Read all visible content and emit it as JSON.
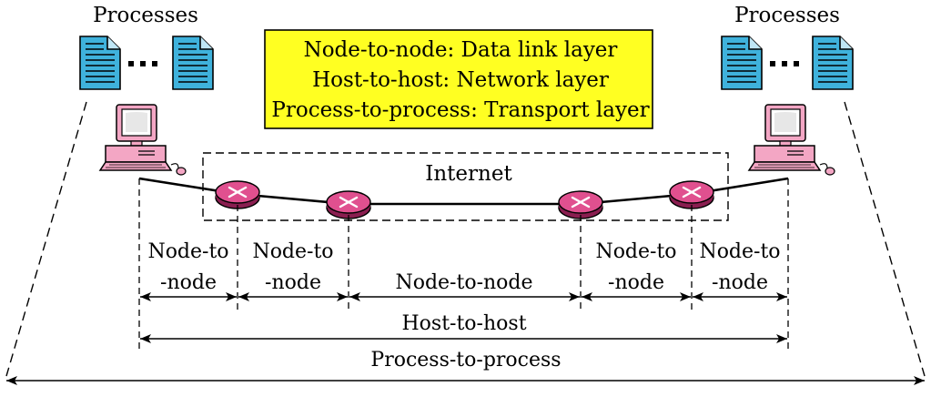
{
  "top_labels": {
    "left": "Processes",
    "right": "Processes"
  },
  "legend": {
    "lines": [
      "Node-to-node: Data link layer",
      "Host-to-host: Network layer",
      "Process-to-process: Transport layer"
    ],
    "fill_color": "#ffff22"
  },
  "internet_label": "Internet",
  "segments": [
    {
      "line1": "Node-to",
      "line2": "-node"
    },
    {
      "line1": "Node-to",
      "line2": "-node"
    },
    {
      "line1": "Node-to-node",
      "line2": ""
    },
    {
      "line1": "Node-to",
      "line2": "-node"
    },
    {
      "line1": "Node-to",
      "line2": "-node"
    }
  ],
  "host_to_host": "Host-to-host",
  "process_to_process": "Process-to-process",
  "colors": {
    "document": "#3fb2dc",
    "router": "#e0508f",
    "computer": "#f3a6c4",
    "ink": "#000000"
  },
  "icons": {
    "process": "document-icon",
    "router": "router-icon",
    "host": "computer-icon"
  }
}
